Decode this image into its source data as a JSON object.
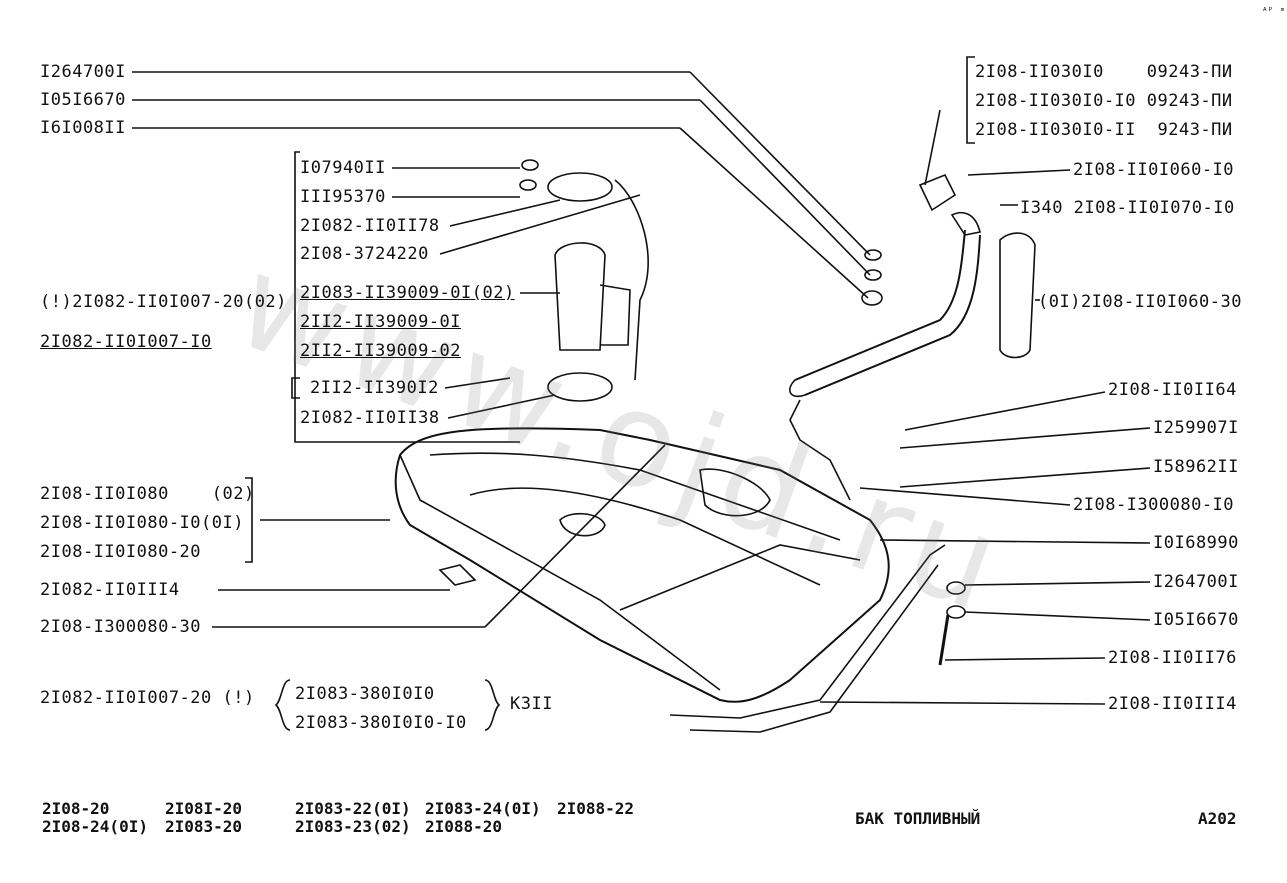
{
  "left_labels": [
    "I264700I",
    "I05I6670",
    "I6I008II",
    "I07940II",
    "III95370",
    "2I082-II0II78",
    "2I08-3724220",
    "2I083-II39009-0I(02)",
    "2II2-II39009-0I",
    "2II2-II39009-02",
    "2II2-II390I2",
    "2I082-II0II38",
    "2I08-II0I080    (02)",
    "2I08-II0I080-I0(0I)",
    "2I08-II0I080-20",
    "2I082-II0III4",
    "2I08-I300080-30"
  ],
  "special_left": {
    "line1": "(!)2I082-II0I007-20(02)",
    "line2": "2I082-II0I007-I0"
  },
  "right_top_group": [
    "2I08-II030I0    09243-ПИ",
    "2I08-II030I0-I0 09243-ПИ",
    "2I08-II030I0-II  9243-ПИ"
  ],
  "right_labels": [
    "2I08-II0I060-I0",
    "I340 2I08-II0I070-I0",
    "(0I)2I08-II0I060-30",
    "2I08-II0II64",
    "I259907I",
    "I58962II",
    "2I08-I300080-I0",
    "I0I68990",
    "I264700I",
    "I05I6670",
    "2I08-II0II76",
    "2I08-II0III4"
  ],
  "pump_note": {
    "prefix": "2I082-II0I007-20 (!)",
    "items": [
      "2I083-380I0I0",
      "2I083-380I0I0-I0"
    ],
    "suffix": "K3II"
  },
  "models_col1": [
    "2I08-20",
    "2I08-24(0I)"
  ],
  "models_col2": [
    "2I08I-20",
    "2I083-20"
  ],
  "models_col3": [
    "2I083-22(0I)",
    "2I083-23(02)"
  ],
  "models_col4": [
    "2I083-24(0I)",
    "2I088-20"
  ],
  "models_col5": [
    "2I088-22"
  ],
  "title": "БАК ТОПЛИВНЫЙ",
  "page_code": "A202",
  "corner_mark": "ᴬᴾ ᵐᵒ",
  "watermark": "www.ojd.ru"
}
